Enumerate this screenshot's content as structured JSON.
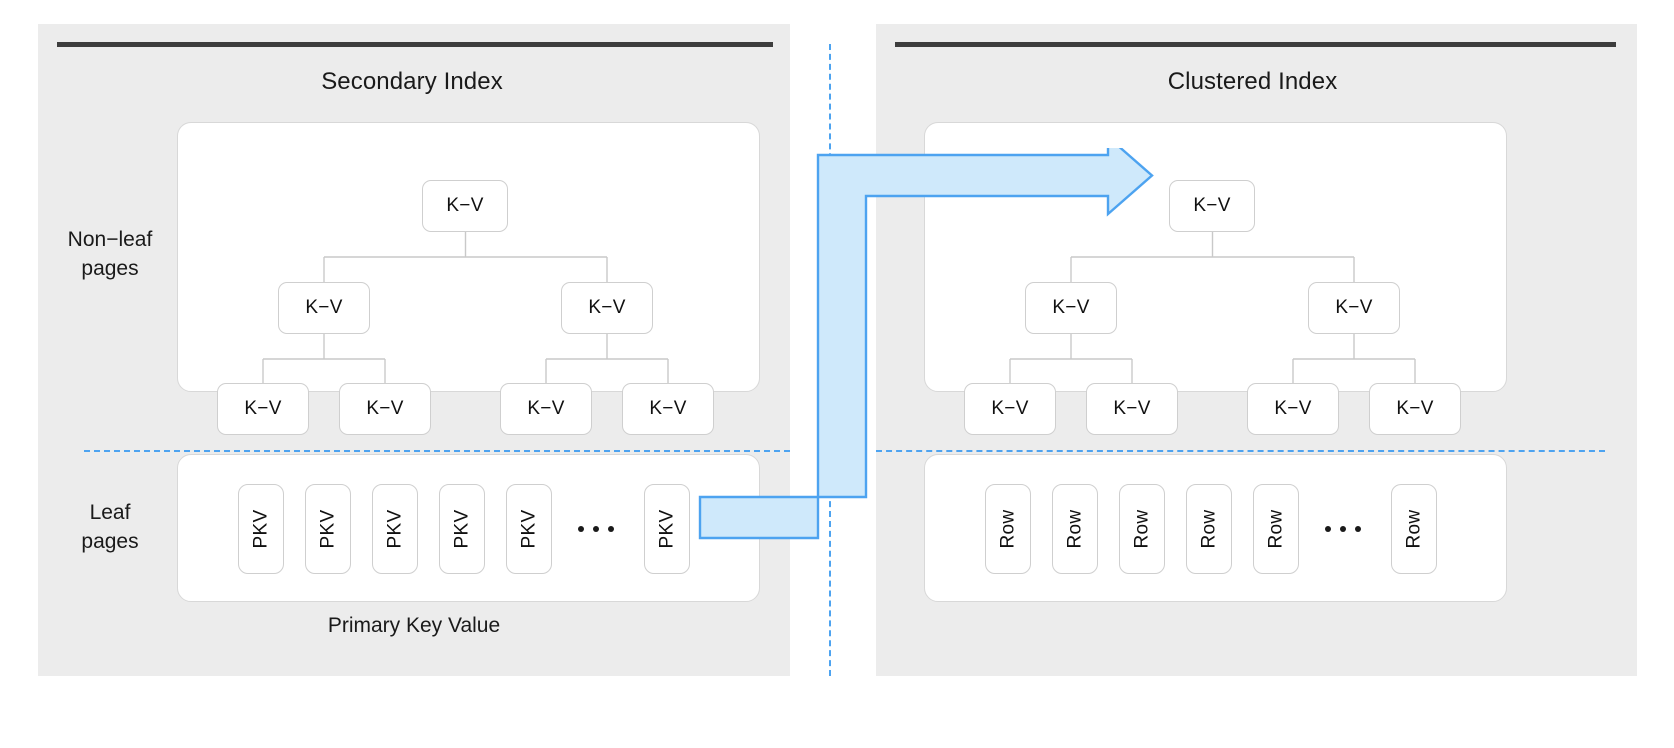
{
  "diagram": {
    "title_left": "Secondary Index",
    "title_right": "Clustered Index",
    "caption_left": "Primary Key Value",
    "row_labels": {
      "nonleaf": "Non−leaf\npages",
      "nonleaf_line1": "Non−leaf",
      "nonleaf_line2": "pages",
      "leaf_line1": "Leaf",
      "leaf_line2": "pages"
    },
    "tree_node_label": "K−V",
    "leaf_cell_label_left": "PKV",
    "leaf_cell_label_right": "Row",
    "ellipsis": "• • •",
    "counts": {
      "tree_level0": 1,
      "tree_level1": 2,
      "tree_level2": 4,
      "leaf_cells_before_ellipsis": 5,
      "leaf_cells_after_ellipsis": 1
    },
    "arrow": {
      "name": "pkv-to-clustered-root-arrow",
      "from": "last PKV leaf cell of Secondary Index",
      "to": "root K−V node of Clustered Index",
      "direction": "right"
    },
    "colors": {
      "panel_bg": "#ececec",
      "page_bg": "#ffffff",
      "panel_rule": "#3d3d3d",
      "card_bg": "#ffffff",
      "card_border": "#d8d8d8",
      "node_border": "#cfcfcf",
      "tree_link": "#c9c9c9",
      "text": "#1a1a1a",
      "accent_blue": "#4da3f0",
      "arrow_fill": "#cfe9fb",
      "arrow_stroke": "#4da3f0"
    }
  }
}
